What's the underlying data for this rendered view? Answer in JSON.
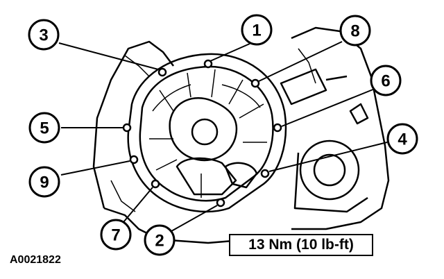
{
  "figure_id": "A0021822",
  "torque_spec": "13 Nm (10 lb-ft)",
  "callouts": [
    {
      "label": "1"
    },
    {
      "label": "2"
    },
    {
      "label": "3"
    },
    {
      "label": "4"
    },
    {
      "label": "5"
    },
    {
      "label": "6"
    },
    {
      "label": "7"
    },
    {
      "label": "8"
    },
    {
      "label": "9"
    }
  ],
  "colors": {
    "ink": "#000000",
    "paper": "#ffffff"
  }
}
